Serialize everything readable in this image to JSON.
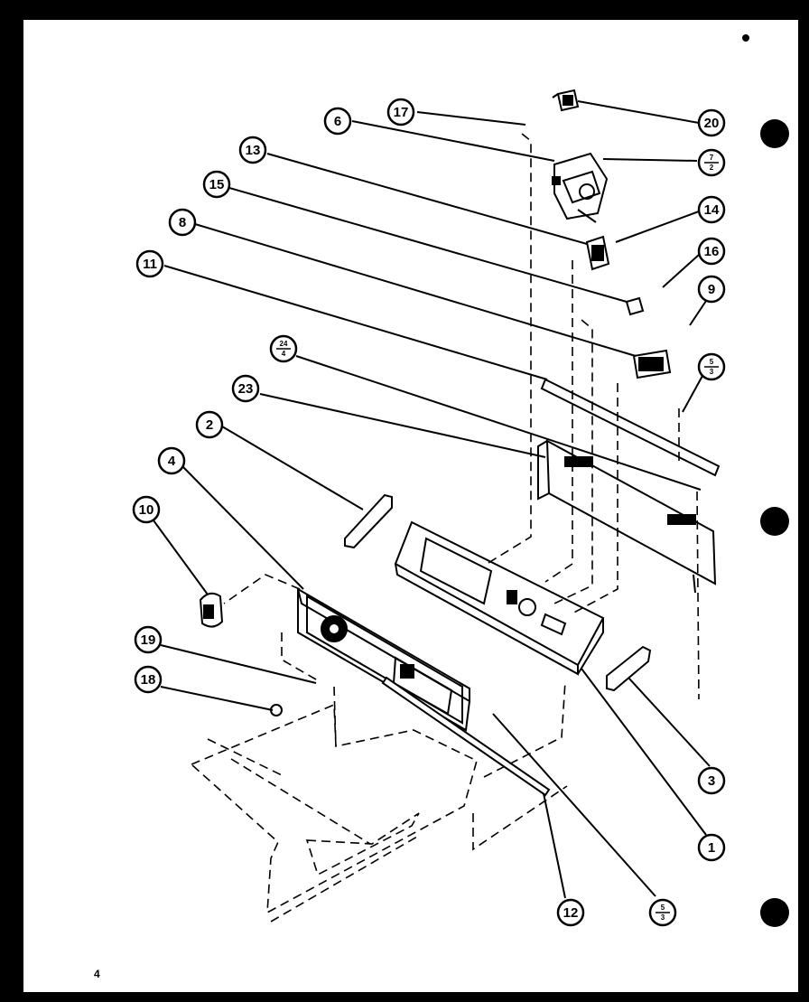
{
  "page": {
    "page_number": "4"
  },
  "callouts": [
    {
      "id": "1",
      "top": "1"
    },
    {
      "id": "2",
      "top": "2"
    },
    {
      "id": "3",
      "top": "3"
    },
    {
      "id": "4",
      "top": "4"
    },
    {
      "id": "5-3a",
      "top": "5",
      "bottom": "3"
    },
    {
      "id": "5-3b",
      "top": "5",
      "bottom": "3"
    },
    {
      "id": "6",
      "top": "6"
    },
    {
      "id": "7-2",
      "top": "7",
      "bottom": "2"
    },
    {
      "id": "8",
      "top": "8"
    },
    {
      "id": "9",
      "top": "9"
    },
    {
      "id": "10",
      "top": "10"
    },
    {
      "id": "11",
      "top": "11"
    },
    {
      "id": "12",
      "top": "12"
    },
    {
      "id": "13",
      "top": "13"
    },
    {
      "id": "14",
      "top": "14"
    },
    {
      "id": "15",
      "top": "15"
    },
    {
      "id": "16",
      "top": "16"
    },
    {
      "id": "17",
      "top": "17"
    },
    {
      "id": "18",
      "top": "18"
    },
    {
      "id": "19",
      "top": "19"
    },
    {
      "id": "20",
      "top": "20"
    },
    {
      "id": "23",
      "top": "23"
    },
    {
      "id": "24-4",
      "top": "24",
      "bottom": "4"
    }
  ]
}
